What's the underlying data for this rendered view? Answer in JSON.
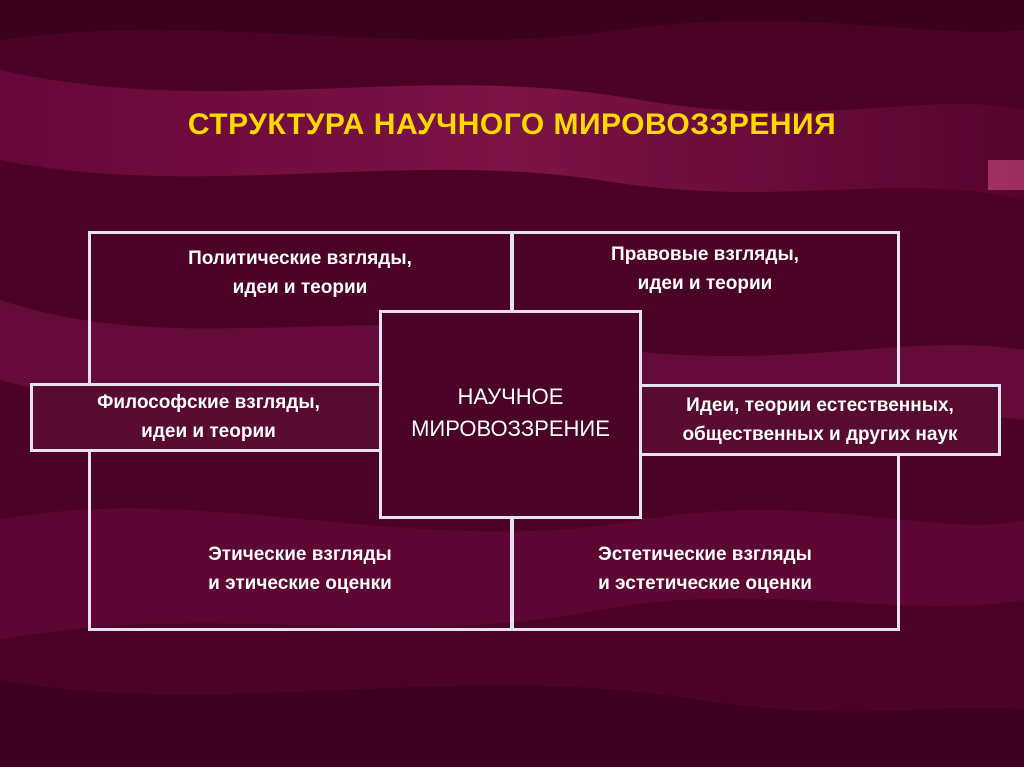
{
  "title": "СТРУКТУРА  НАУЧНОГО  МИРОВОЗЗРЕНИЯ",
  "center": {
    "line1": "НАУЧНОЕ",
    "line2": "МИРОВОЗЗРЕНИЕ"
  },
  "political": {
    "line1": "Политические взгляды,",
    "line2": "идеи и теории"
  },
  "legal": {
    "line1": "Правовые взгляды,",
    "line2": "идеи и теории"
  },
  "philosophical": {
    "line1": "Философские взгляды,",
    "line2": "идеи и теории"
  },
  "sciences": {
    "line1": "Идеи, теории естественных,",
    "line2": "общественных и других наук"
  },
  "ethical": {
    "line1": "Этические взгляды",
    "line2": "и этические оценки"
  },
  "aesthetic": {
    "line1": "Эстетические взгляды",
    "line2": "и эстетические оценки"
  },
  "colors": {
    "background": "#4a0024",
    "title": "#ffd800",
    "border": "#e8dff2",
    "text": "#ffffff"
  }
}
